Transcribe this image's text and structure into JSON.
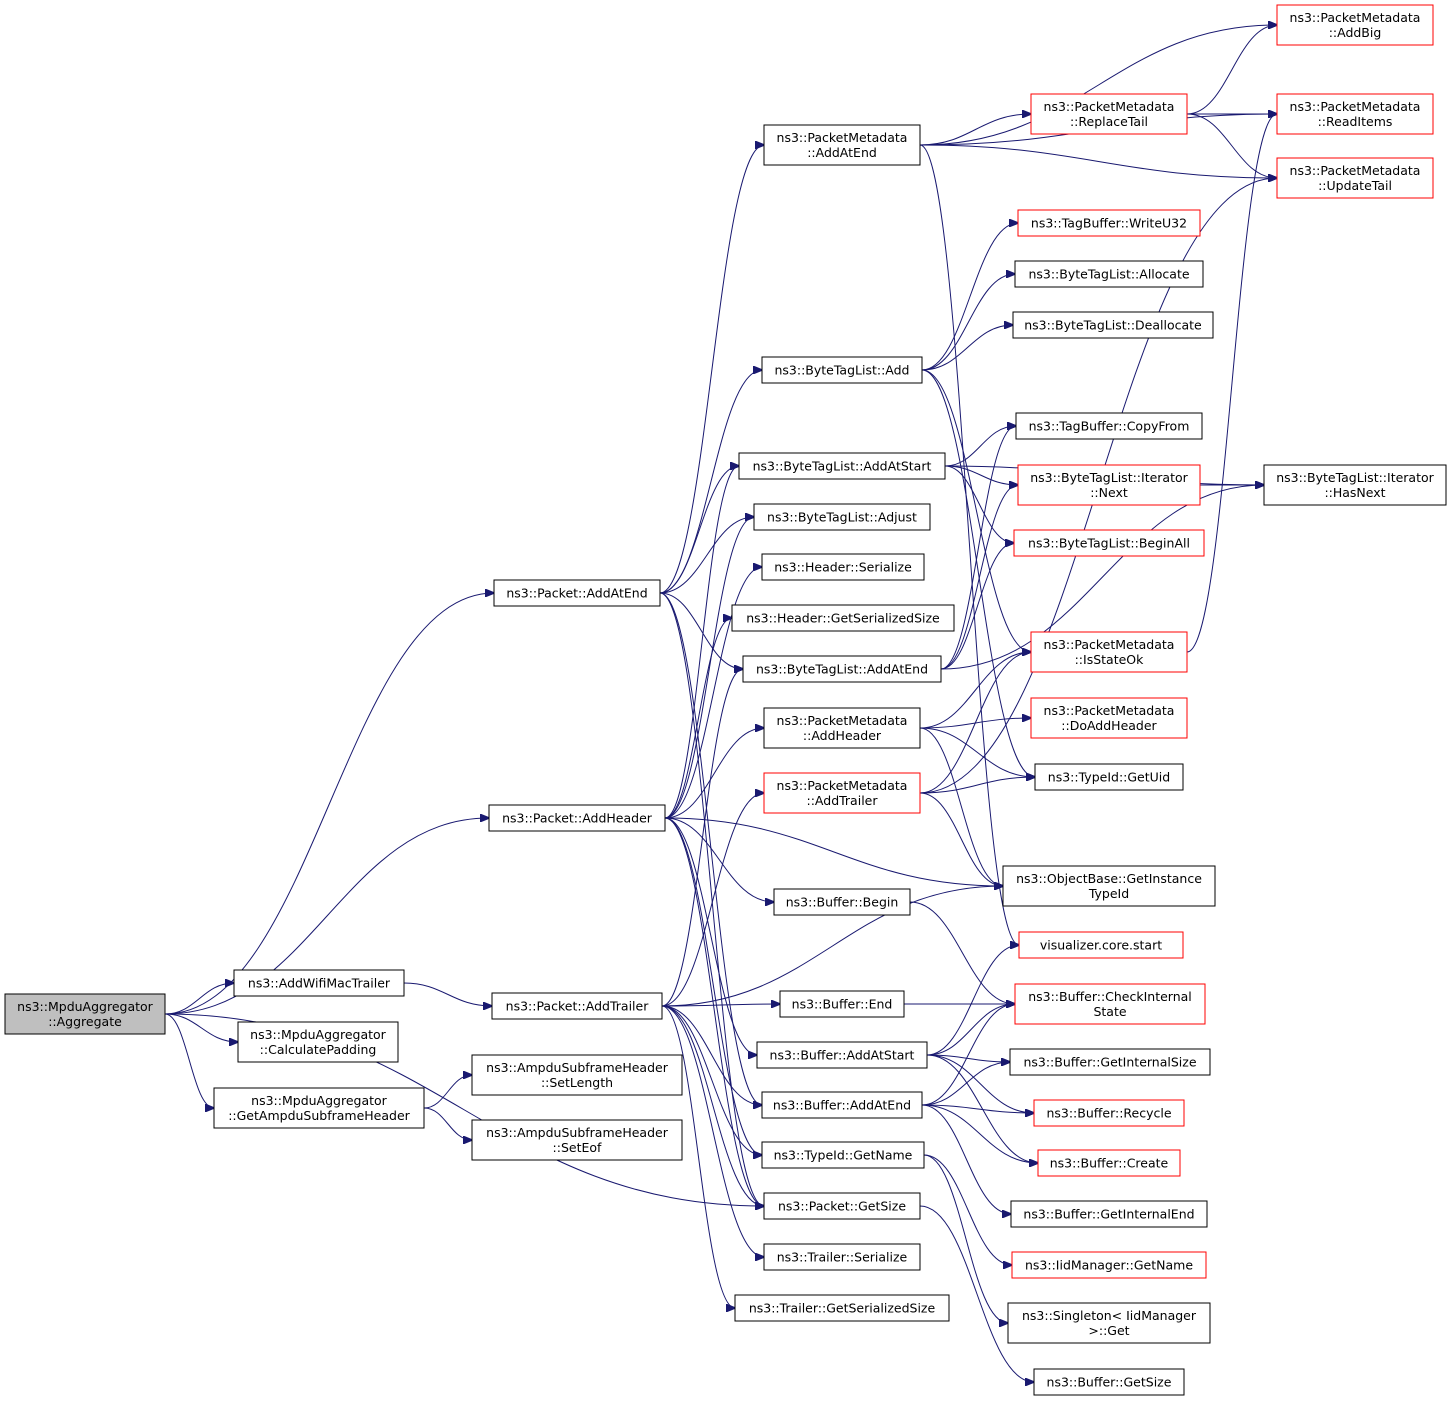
{
  "colors": {
    "edge": "#191970",
    "incomplete_border": "#ff0000",
    "normal_border": "#000000",
    "root_fill": "#bfbfbf"
  },
  "nodes": [
    {
      "id": "aggregate",
      "lines": [
        "ns3::MpduAggregator",
        "::Aggregate"
      ],
      "style": "root"
    },
    {
      "id": "add_wifi_trailer",
      "lines": [
        "ns3::AddWifiMacTrailer"
      ],
      "style": "normal"
    },
    {
      "id": "calc_padding",
      "lines": [
        "ns3::MpduAggregator",
        "::CalculatePadding"
      ],
      "style": "normal"
    },
    {
      "id": "get_ampdu_hdr",
      "lines": [
        "ns3::MpduAggregator",
        "::GetAmpduSubframeHeader"
      ],
      "style": "normal"
    },
    {
      "id": "set_length",
      "lines": [
        "ns3::AmpduSubframeHeader",
        "::SetLength"
      ],
      "style": "normal"
    },
    {
      "id": "set_eof",
      "lines": [
        "ns3::AmpduSubframeHeader",
        "::SetEof"
      ],
      "style": "normal"
    },
    {
      "id": "pkt_add_at_end",
      "lines": [
        "ns3::Packet::AddAtEnd"
      ],
      "style": "normal"
    },
    {
      "id": "pkt_add_header",
      "lines": [
        "ns3::Packet::AddHeader"
      ],
      "style": "normal"
    },
    {
      "id": "pkt_add_trailer",
      "lines": [
        "ns3::Packet::AddTrailer"
      ],
      "style": "normal"
    },
    {
      "id": "pm_add_at_end",
      "lines": [
        "ns3::PacketMetadata",
        "::AddAtEnd"
      ],
      "style": "normal"
    },
    {
      "id": "btl_add",
      "lines": [
        "ns3::ByteTagList::Add"
      ],
      "style": "normal"
    },
    {
      "id": "btl_add_at_start",
      "lines": [
        "ns3::ByteTagList::AddAtStart"
      ],
      "style": "normal"
    },
    {
      "id": "btl_adjust",
      "lines": [
        "ns3::ByteTagList::Adjust"
      ],
      "style": "normal"
    },
    {
      "id": "hdr_serialize",
      "lines": [
        "ns3::Header::Serialize"
      ],
      "style": "normal"
    },
    {
      "id": "hdr_get_size",
      "lines": [
        "ns3::Header::GetSerializedSize"
      ],
      "style": "normal"
    },
    {
      "id": "btl_add_at_end",
      "lines": [
        "ns3::ByteTagList::AddAtEnd"
      ],
      "style": "normal"
    },
    {
      "id": "pm_add_header",
      "lines": [
        "ns3::PacketMetadata",
        "::AddHeader"
      ],
      "style": "normal"
    },
    {
      "id": "pm_add_trailer",
      "lines": [
        "ns3::PacketMetadata",
        "::AddTrailer"
      ],
      "style": "red"
    },
    {
      "id": "buf_begin",
      "lines": [
        "ns3::Buffer::Begin"
      ],
      "style": "normal"
    },
    {
      "id": "buf_end",
      "lines": [
        "ns3::Buffer::End"
      ],
      "style": "normal"
    },
    {
      "id": "buf_add_at_start",
      "lines": [
        "ns3::Buffer::AddAtStart"
      ],
      "style": "normal"
    },
    {
      "id": "buf_add_at_end",
      "lines": [
        "ns3::Buffer::AddAtEnd"
      ],
      "style": "normal"
    },
    {
      "id": "typeid_get_name",
      "lines": [
        "ns3::TypeId::GetName"
      ],
      "style": "normal"
    },
    {
      "id": "pkt_get_size",
      "lines": [
        "ns3::Packet::GetSize"
      ],
      "style": "normal"
    },
    {
      "id": "trl_serialize",
      "lines": [
        "ns3::Trailer::Serialize"
      ],
      "style": "normal"
    },
    {
      "id": "trl_get_size",
      "lines": [
        "ns3::Trailer::GetSerializedSize"
      ],
      "style": "normal"
    },
    {
      "id": "pm_replace_tail",
      "lines": [
        "ns3::PacketMetadata",
        "::ReplaceTail"
      ],
      "style": "red"
    },
    {
      "id": "tb_write_u32",
      "lines": [
        "ns3::TagBuffer::WriteU32"
      ],
      "style": "red"
    },
    {
      "id": "btl_allocate",
      "lines": [
        "ns3::ByteTagList::Allocate"
      ],
      "style": "normal"
    },
    {
      "id": "btl_deallocate",
      "lines": [
        "ns3::ByteTagList::Deallocate"
      ],
      "style": "normal"
    },
    {
      "id": "tb_copy_from",
      "lines": [
        "ns3::TagBuffer::CopyFrom"
      ],
      "style": "normal"
    },
    {
      "id": "btl_it_next",
      "lines": [
        "ns3::ByteTagList::Iterator",
        "::Next"
      ],
      "style": "red"
    },
    {
      "id": "btl_begin_all",
      "lines": [
        "ns3::ByteTagList::BeginAll"
      ],
      "style": "red"
    },
    {
      "id": "pm_is_state_ok",
      "lines": [
        "ns3::PacketMetadata",
        "::IsStateOk"
      ],
      "style": "red"
    },
    {
      "id": "pm_do_add_header",
      "lines": [
        "ns3::PacketMetadata",
        "::DoAddHeader"
      ],
      "style": "red"
    },
    {
      "id": "typeid_get_uid",
      "lines": [
        "ns3::TypeId::GetUid"
      ],
      "style": "normal"
    },
    {
      "id": "ob_get_instance_typeid",
      "lines": [
        "ns3::ObjectBase::GetInstance",
        "TypeId"
      ],
      "style": "normal"
    },
    {
      "id": "viz_core_start",
      "lines": [
        "visualizer.core.start"
      ],
      "style": "red"
    },
    {
      "id": "buf_check_internal_state",
      "lines": [
        "ns3::Buffer::CheckInternal",
        "State"
      ],
      "style": "red"
    },
    {
      "id": "buf_get_internal_size",
      "lines": [
        "ns3::Buffer::GetInternalSize"
      ],
      "style": "normal"
    },
    {
      "id": "buf_recycle",
      "lines": [
        "ns3::Buffer::Recycle"
      ],
      "style": "red"
    },
    {
      "id": "buf_create",
      "lines": [
        "ns3::Buffer::Create"
      ],
      "style": "red"
    },
    {
      "id": "buf_get_internal_end",
      "lines": [
        "ns3::Buffer::GetInternalEnd"
      ],
      "style": "normal"
    },
    {
      "id": "iid_get_name",
      "lines": [
        "ns3::IidManager::GetName"
      ],
      "style": "red"
    },
    {
      "id": "singleton_get",
      "lines": [
        "ns3::Singleton< IidManager",
        ">::Get"
      ],
      "style": "normal"
    },
    {
      "id": "buf_get_size",
      "lines": [
        "ns3::Buffer::GetSize"
      ],
      "style": "normal"
    },
    {
      "id": "pm_add_big",
      "lines": [
        "ns3::PacketMetadata",
        "::AddBig"
      ],
      "style": "red"
    },
    {
      "id": "pm_read_items",
      "lines": [
        "ns3::PacketMetadata",
        "::ReadItems"
      ],
      "style": "red"
    },
    {
      "id": "pm_update_tail",
      "lines": [
        "ns3::PacketMetadata",
        "::UpdateTail"
      ],
      "style": "red"
    },
    {
      "id": "btl_it_has_next",
      "lines": [
        "ns3::ByteTagList::Iterator",
        "::HasNext"
      ],
      "style": "normal"
    }
  ],
  "edges": [
    [
      "aggregate",
      "pkt_add_at_end"
    ],
    [
      "aggregate",
      "pkt_add_header"
    ],
    [
      "aggregate",
      "add_wifi_trailer"
    ],
    [
      "aggregate",
      "calc_padding"
    ],
    [
      "aggregate",
      "get_ampdu_hdr"
    ],
    [
      "aggregate",
      "pkt_get_size"
    ],
    [
      "add_wifi_trailer",
      "pkt_add_trailer"
    ],
    [
      "get_ampdu_hdr",
      "set_length"
    ],
    [
      "get_ampdu_hdr",
      "set_eof"
    ],
    [
      "pkt_add_at_end",
      "pm_add_at_end"
    ],
    [
      "pkt_add_at_end",
      "btl_add_at_start"
    ],
    [
      "pkt_add_at_end",
      "btl_adjust"
    ],
    [
      "pkt_add_at_end",
      "btl_add_at_end"
    ],
    [
      "pkt_add_at_end",
      "buf_add_at_end"
    ],
    [
      "pkt_add_at_end",
      "pkt_get_size"
    ],
    [
      "pkt_add_at_end",
      "btl_add"
    ],
    [
      "pkt_add_header",
      "btl_add_at_start"
    ],
    [
      "pkt_add_header",
      "btl_adjust"
    ],
    [
      "pkt_add_header",
      "hdr_serialize"
    ],
    [
      "pkt_add_header",
      "hdr_get_size"
    ],
    [
      "pkt_add_header",
      "pm_add_header"
    ],
    [
      "pkt_add_header",
      "buf_begin"
    ],
    [
      "pkt_add_header",
      "ob_get_instance_typeid"
    ],
    [
      "pkt_add_header",
      "buf_add_at_start"
    ],
    [
      "pkt_add_header",
      "typeid_get_name"
    ],
    [
      "pkt_add_header",
      "pkt_get_size"
    ],
    [
      "pkt_add_trailer",
      "btl_add_at_end"
    ],
    [
      "pkt_add_trailer",
      "pm_add_trailer"
    ],
    [
      "pkt_add_trailer",
      "buf_end"
    ],
    [
      "pkt_add_trailer",
      "ob_get_instance_typeid"
    ],
    [
      "pkt_add_trailer",
      "buf_add_at_end"
    ],
    [
      "pkt_add_trailer",
      "typeid_get_name"
    ],
    [
      "pkt_add_trailer",
      "pkt_get_size"
    ],
    [
      "pkt_add_trailer",
      "trl_serialize"
    ],
    [
      "pkt_add_trailer",
      "trl_get_size"
    ],
    [
      "pm_add_at_end",
      "pm_add_big"
    ],
    [
      "pm_add_at_end",
      "pm_read_items"
    ],
    [
      "pm_add_at_end",
      "pm_replace_tail"
    ],
    [
      "pm_add_at_end",
      "pm_update_tail"
    ],
    [
      "pm_add_at_end",
      "viz_core_start"
    ],
    [
      "pm_replace_tail",
      "pm_add_big"
    ],
    [
      "pm_replace_tail",
      "pm_read_items"
    ],
    [
      "pm_replace_tail",
      "pm_update_tail"
    ],
    [
      "btl_add",
      "tb_write_u32"
    ],
    [
      "btl_add",
      "btl_allocate"
    ],
    [
      "btl_add",
      "btl_deallocate"
    ],
    [
      "btl_add",
      "pm_is_state_ok"
    ],
    [
      "btl_add",
      "typeid_get_uid"
    ],
    [
      "btl_add_at_start",
      "tb_copy_from"
    ],
    [
      "btl_add_at_start",
      "btl_it_next"
    ],
    [
      "btl_add_at_start",
      "btl_begin_all"
    ],
    [
      "btl_add_at_start",
      "btl_it_has_next"
    ],
    [
      "btl_add_at_end",
      "tb_copy_from"
    ],
    [
      "btl_add_at_end",
      "btl_it_next"
    ],
    [
      "btl_add_at_end",
      "btl_begin_all"
    ],
    [
      "btl_add_at_end",
      "btl_it_has_next"
    ],
    [
      "btl_it_next",
      "btl_it_has_next"
    ],
    [
      "pm_is_state_ok",
      "pm_read_items"
    ],
    [
      "pm_add_header",
      "pm_is_state_ok"
    ],
    [
      "pm_add_header",
      "pm_do_add_header"
    ],
    [
      "pm_add_header",
      "typeid_get_uid"
    ],
    [
      "pm_add_header",
      "ob_get_instance_typeid"
    ],
    [
      "pm_add_trailer",
      "pm_is_state_ok"
    ],
    [
      "pm_add_trailer",
      "typeid_get_uid"
    ],
    [
      "pm_add_trailer",
      "ob_get_instance_typeid"
    ],
    [
      "pm_add_trailer",
      "pm_update_tail"
    ],
    [
      "buf_begin",
      "buf_check_internal_state"
    ],
    [
      "buf_end",
      "buf_check_internal_state"
    ],
    [
      "buf_add_at_start",
      "viz_core_start"
    ],
    [
      "buf_add_at_start",
      "buf_check_internal_state"
    ],
    [
      "buf_add_at_start",
      "buf_get_internal_size"
    ],
    [
      "buf_add_at_start",
      "buf_recycle"
    ],
    [
      "buf_add_at_start",
      "buf_create"
    ],
    [
      "buf_add_at_end",
      "buf_check_internal_state"
    ],
    [
      "buf_add_at_end",
      "buf_get_internal_size"
    ],
    [
      "buf_add_at_end",
      "buf_recycle"
    ],
    [
      "buf_add_at_end",
      "buf_create"
    ],
    [
      "buf_add_at_end",
      "buf_get_internal_end"
    ],
    [
      "typeid_get_name",
      "iid_get_name"
    ],
    [
      "typeid_get_name",
      "singleton_get"
    ],
    [
      "pkt_get_size",
      "buf_get_size"
    ]
  ]
}
